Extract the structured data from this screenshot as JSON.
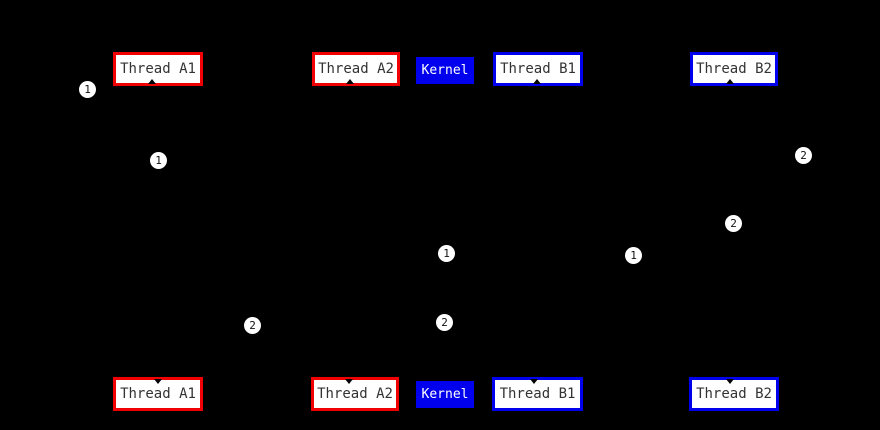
{
  "diagram": {
    "description": "Thread scheduling sequence diagram on black background",
    "colors": {
      "background": "#000000",
      "thread_a_border": "#f00000",
      "thread_b_border": "#0000ee",
      "kernel_bg": "#0000ee",
      "box_bg": "#ffffff",
      "box_text": "#333333",
      "marker_bg": "#ffffff",
      "marker_text": "#111111"
    },
    "boxes": {
      "top": [
        {
          "label": "Thread A1"
        },
        {
          "label": "Thread A2"
        },
        {
          "label": "Kernel"
        },
        {
          "label": "Thread B1"
        },
        {
          "label": "Thread B2"
        }
      ],
      "bottom": [
        {
          "label": "Thread A1"
        },
        {
          "label": "Thread A2"
        },
        {
          "label": "Kernel"
        },
        {
          "label": "Thread B1"
        },
        {
          "label": "Thread B2"
        }
      ]
    },
    "markers": [
      {
        "label": "1"
      },
      {
        "label": "1"
      },
      {
        "label": "2"
      },
      {
        "label": "2"
      },
      {
        "label": "1"
      },
      {
        "label": "1"
      },
      {
        "label": "2"
      },
      {
        "label": "2"
      }
    ]
  }
}
